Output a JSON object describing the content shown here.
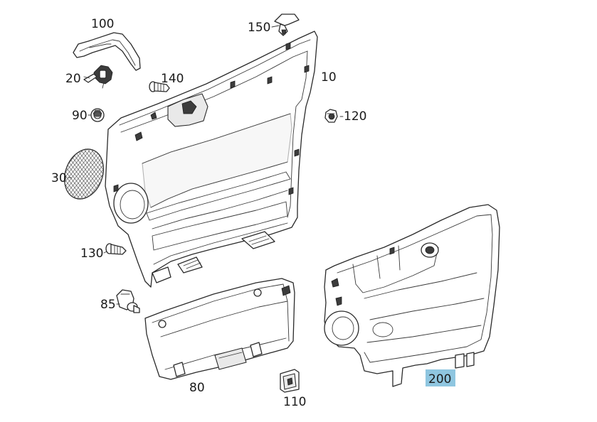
{
  "labels": {
    "p100": "100",
    "p150": "150",
    "p20": "20",
    "p140": "140",
    "p10": "10",
    "p90": "90",
    "p120": "120",
    "p30": "30",
    "p130": "130",
    "p85": "85",
    "p80": "80",
    "p110": "110",
    "p200": "200"
  },
  "highlight_color": "#8fc6e0"
}
